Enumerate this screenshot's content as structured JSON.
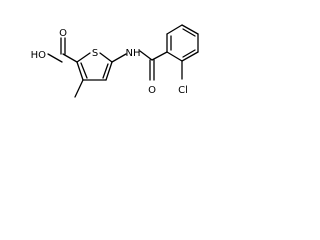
{
  "colors": {
    "background": "#ffffff",
    "ink": "#000000"
  },
  "molecule": {
    "atom_labels": {
      "hydroxyl": "HO",
      "ring_sulfur": "S",
      "amide_nh": "NH",
      "carboxyl_oxygen": "O",
      "amide_oxygen": "O",
      "chlorine": "Cl"
    }
  }
}
